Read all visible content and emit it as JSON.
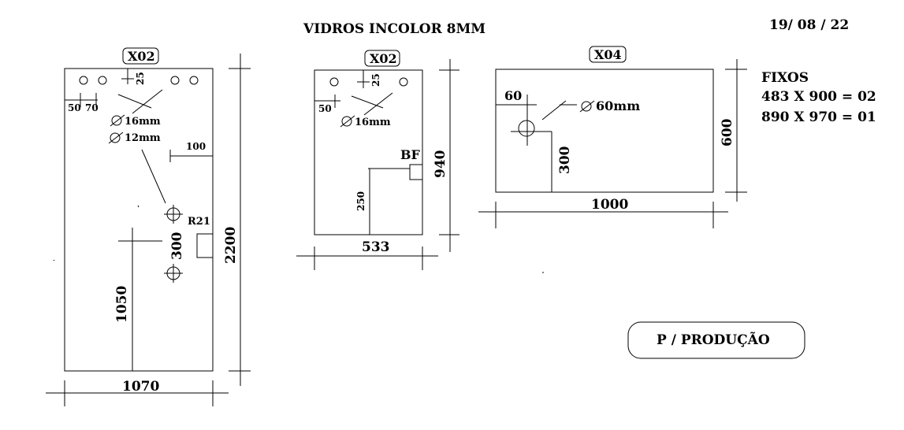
{
  "header": {
    "title": "VIDROS INCOLOR 8MM",
    "date": "19/ 08 / 22"
  },
  "piece1": {
    "tag": "X02",
    "width": "1070",
    "height": "2200",
    "dim_50": "50",
    "dim_70": "70",
    "dim_25": "25",
    "hole_16": "16mm",
    "hole_12": "12mm",
    "dim_100": "100",
    "radius": "R21",
    "dim_300": "300",
    "dim_1050": "1050"
  },
  "piece2": {
    "tag": "X02",
    "width": "533",
    "height": "940",
    "dim_50": "50",
    "dim_25": "25",
    "hole_16": "16mm",
    "bf": "BF",
    "dim_250": "250"
  },
  "piece3": {
    "tag": "X04",
    "width": "1000",
    "height": "600",
    "dim_60": "60",
    "hole_60": "60mm",
    "dim_300": "300"
  },
  "fixos": {
    "title": "FIXOS",
    "lines": [
      "483 X 900 = 02",
      "890 X 970 = 01"
    ]
  },
  "stamp": {
    "label": "P / PRODUÇÃO"
  }
}
